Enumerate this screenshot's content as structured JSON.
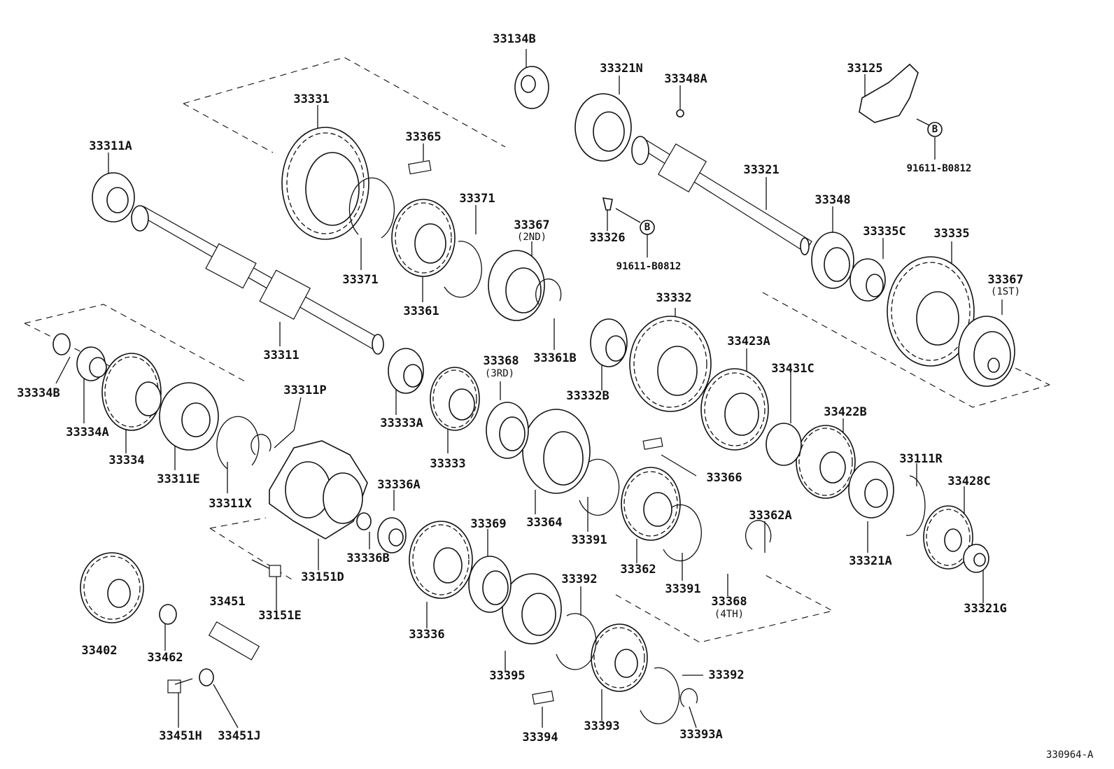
{
  "diagram": {
    "code": "330964-A",
    "labels": {
      "p33134B": "33134B",
      "p33321N": "33321N",
      "p33348A": "33348A",
      "p33125": "33125",
      "b_ref_top": "B",
      "p91611_top": "91611-B0812",
      "p33331": "33331",
      "p33311A": "33311A",
      "p33365": "33365",
      "p33371_top": "33371",
      "p33367_2nd": "33367",
      "sub_2nd": "(2ND)",
      "p33326": "33326",
      "b_ref_mid": "B",
      "p91611_mid": "91611-B0812",
      "p33321": "33321",
      "p33348": "33348",
      "p33335C": "33335C",
      "p33335": "33335",
      "p33367_1st": "33367",
      "sub_1st": "(1ST)",
      "p33371_bot": "33371",
      "p33361": "33361",
      "p33311": "33311",
      "p33361B": "33361B",
      "p33332": "33332",
      "p33423A": "33423A",
      "p33431C": "33431C",
      "p33334B": "33334B",
      "p33334A": "33334A",
      "p33334": "33334",
      "p33311P": "33311P",
      "p33368_3rd": "33368",
      "sub_3rd": "(3RD)",
      "p33332B": "33332B",
      "p33333A": "33333A",
      "p33333": "33333",
      "p33422B": "33422B",
      "p33311E": "33311E",
      "p33311X": "33311X",
      "p33336A": "33336A",
      "p33366": "33366",
      "p33111R": "33111R",
      "p33428C": "33428C",
      "p33369": "33369",
      "p33364": "33364",
      "p33362A": "33362A",
      "p33336B": "33336B",
      "p33391_a": "33391",
      "p33151D": "33151D",
      "p33362": "33362",
      "p33321A": "33321A",
      "p33391_b": "33391",
      "p33402": "33402",
      "p33392_a": "33392",
      "p33368_4th": "33368",
      "sub_4th": "(4TH)",
      "p33321G": "33321G",
      "p33451": "33451",
      "p33151E": "33151E",
      "p33336": "33336",
      "p33462": "33462",
      "p33395": "33395",
      "p33392_b": "33392",
      "p33451H": "33451H",
      "p33451J": "33451J",
      "p33394": "33394",
      "p33393": "33393",
      "p33393A": "33393A"
    }
  }
}
